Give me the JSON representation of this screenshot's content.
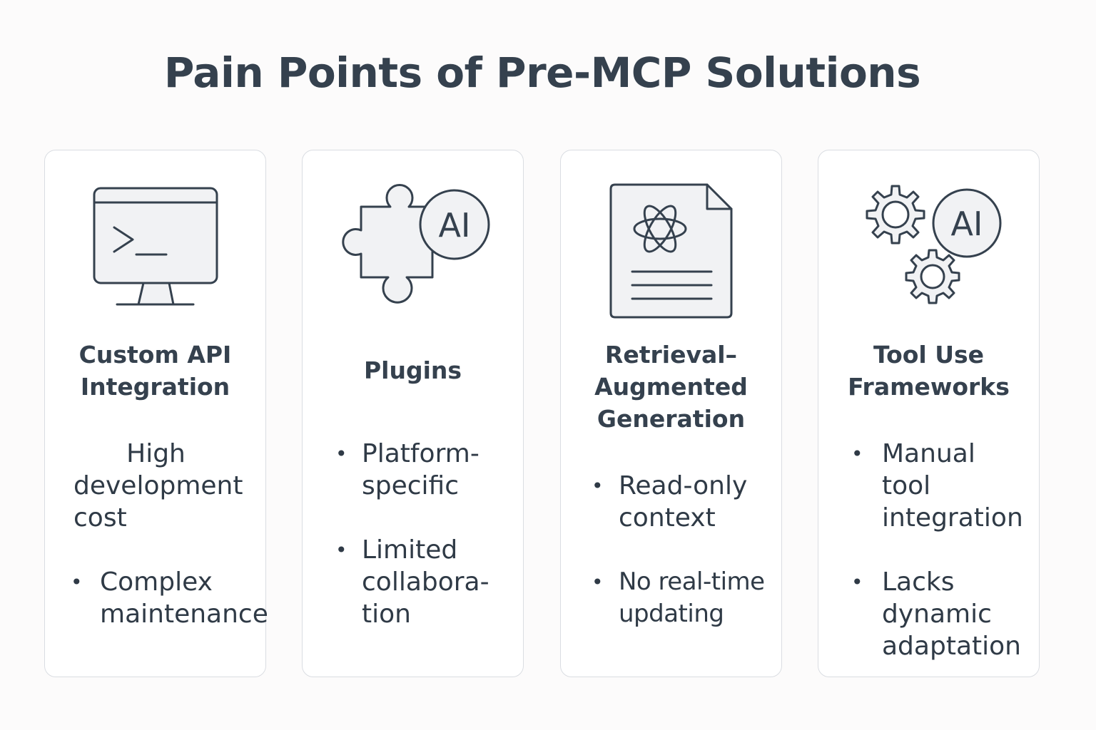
{
  "title": "Pain Points of Pre-MCP Solutions",
  "bullet_char": "•",
  "cards": [
    {
      "icon": "terminal-monitor-icon",
      "title_lines": [
        "Custom API",
        "Integration"
      ],
      "intro_lines": [
        "High",
        "development",
        "cost"
      ],
      "points": [
        {
          "lines": [
            "Complex",
            "maintenance"
          ]
        }
      ]
    },
    {
      "icon": "puzzle-ai-icon",
      "badge": "AI",
      "title_lines": [
        "Plugins"
      ],
      "points": [
        {
          "lines": [
            "Platform-",
            "specific"
          ]
        },
        {
          "lines": [
            "Limited",
            "collabora-",
            "tion"
          ]
        }
      ]
    },
    {
      "icon": "document-openai-icon",
      "title_lines": [
        "Retrieval–",
        "Augmented",
        "Generation"
      ],
      "points": [
        {
          "lines": [
            "Read-only",
            "context"
          ]
        },
        {
          "lines": [
            "No real-time",
            "updating"
          ]
        }
      ]
    },
    {
      "icon": "gears-ai-icon",
      "badge": "AI",
      "title_lines": [
        "Tool Use",
        "Frameworks"
      ],
      "points": [
        {
          "lines": [
            "Manual",
            "tool",
            "integration"
          ]
        },
        {
          "lines": [
            "Lacks",
            "dynamic",
            "adaptation"
          ]
        }
      ]
    }
  ]
}
